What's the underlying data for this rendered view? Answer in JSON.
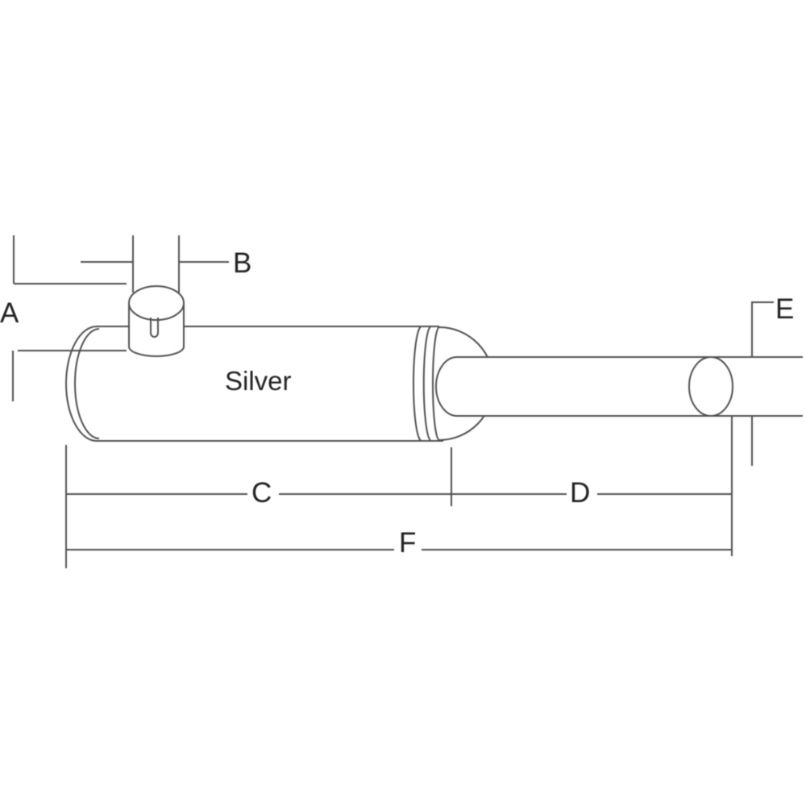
{
  "diagram": {
    "product_label": "Silver",
    "dimensions": {
      "a": {
        "label": "A"
      },
      "b": {
        "label": "B"
      },
      "c": {
        "label": "C"
      },
      "d": {
        "label": "D"
      },
      "e": {
        "label": "E"
      },
      "f": {
        "label": "F"
      }
    },
    "colors": {
      "line": "#4f4f4f",
      "text": "#222222",
      "background": "#ffffff"
    }
  }
}
